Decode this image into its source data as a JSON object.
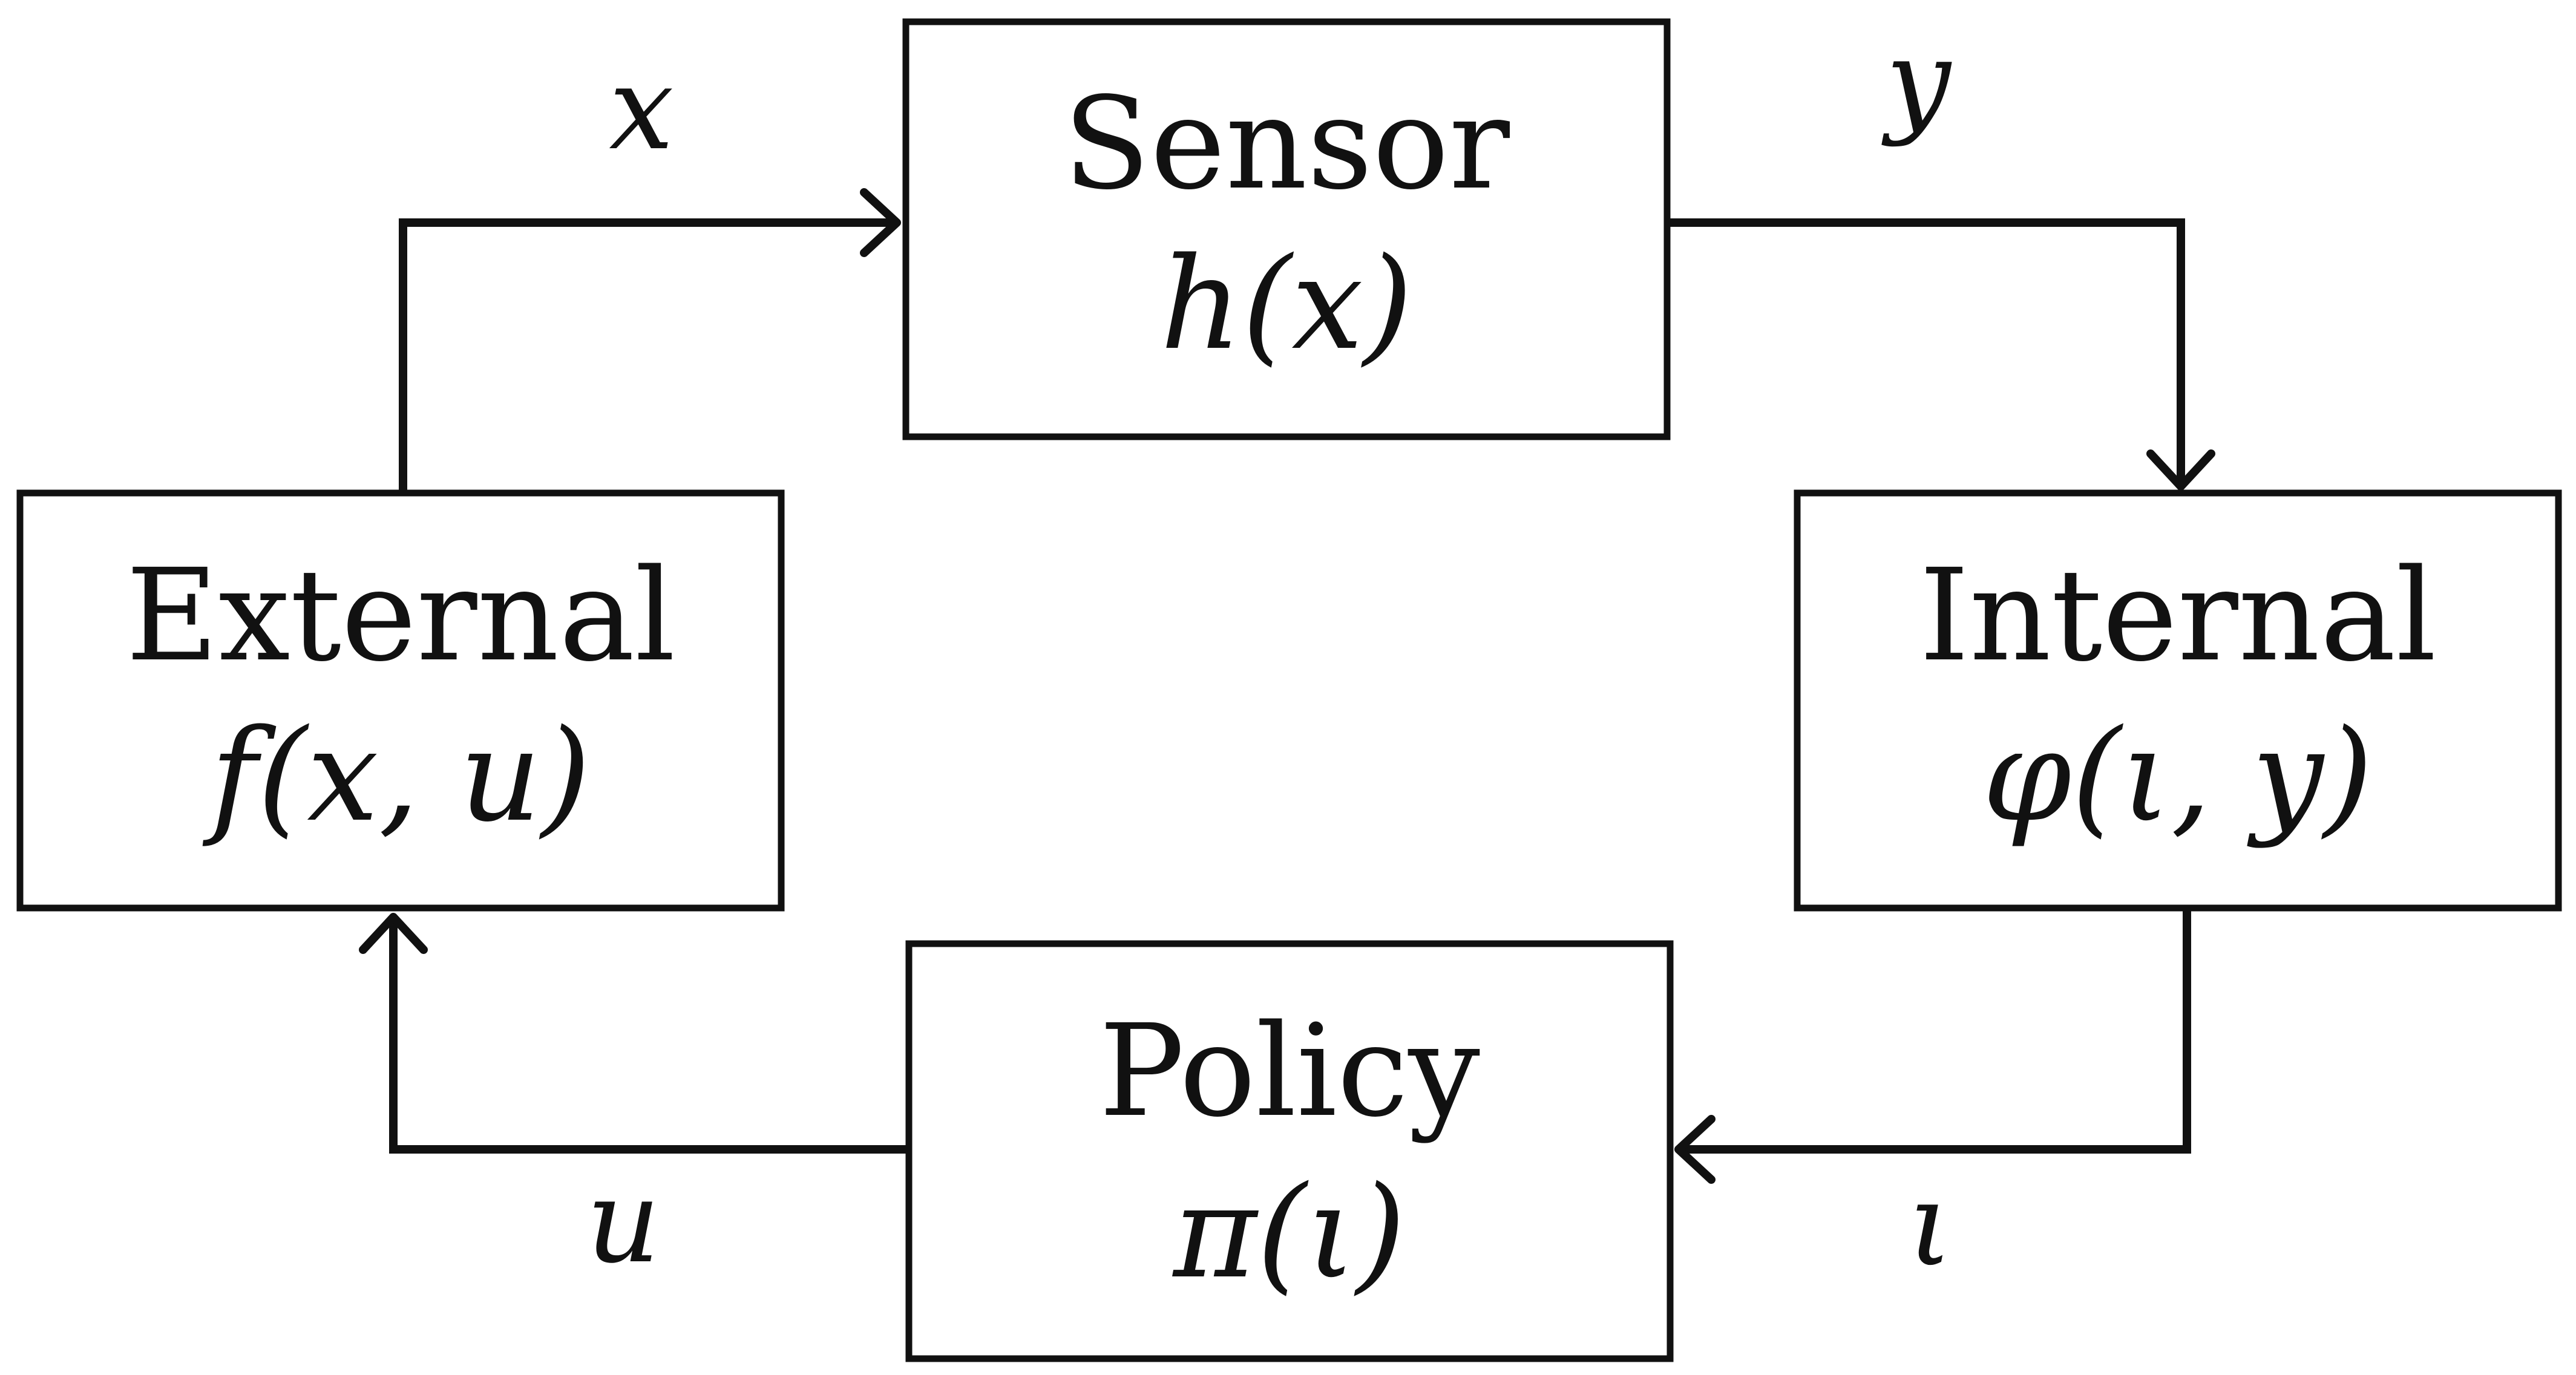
{
  "blocks": {
    "sensor": {
      "title": "Sensor",
      "func": "h(x)"
    },
    "external": {
      "title": "External",
      "func": "f(x, u)"
    },
    "internal": {
      "title": "Internal",
      "func": "φ(ι, y)"
    },
    "policy": {
      "title": "Policy",
      "func": "π(ι)"
    }
  },
  "signals": {
    "x": "x",
    "y": "y",
    "u": "u",
    "iota": "ι"
  }
}
